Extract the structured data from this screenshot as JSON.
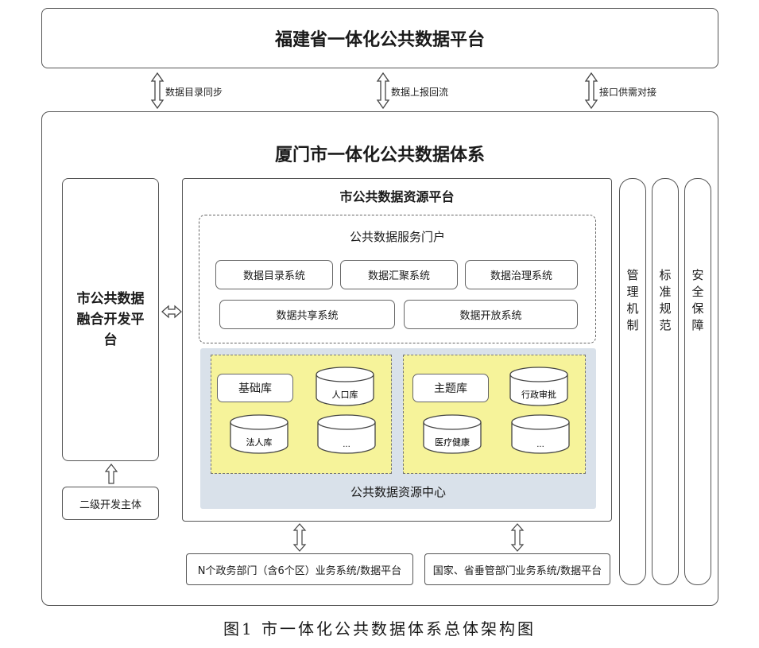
{
  "top_platform": {
    "title": "福建省一体化公共数据平台"
  },
  "links": [
    {
      "label": "数据目录同步"
    },
    {
      "label": "数据上报回流"
    },
    {
      "label": "接口供需对接"
    }
  ],
  "city_system": {
    "title": "厦门市一体化公共数据体系",
    "fusion_platform": "市公共数据融合开发平台",
    "secondary_dev": "二级开发主体",
    "resource_platform": {
      "title": "市公共数据资源平台",
      "portal": {
        "title": "公共数据服务门户",
        "systems": [
          "数据目录系统",
          "数据汇聚系统",
          "数据治理系统",
          "数据共享系统",
          "数据开放系统"
        ]
      },
      "resource_center": {
        "title": "公共数据资源中心",
        "base_group": {
          "label": "基础库",
          "dbs": [
            "人口库",
            "法人库",
            "..."
          ]
        },
        "theme_group": {
          "label": "主题库",
          "dbs": [
            "行政审批",
            "医疗健康",
            "..."
          ]
        }
      }
    },
    "sources": [
      "N个政务部门（含6个区）业务系统/数据平台",
      "国家、省垂管部门业务系统/数据平台"
    ],
    "pillars": [
      "管理机制",
      "标准规范",
      "安全保障"
    ]
  },
  "caption": "图1 市一体化公共数据体系总体架构图"
}
